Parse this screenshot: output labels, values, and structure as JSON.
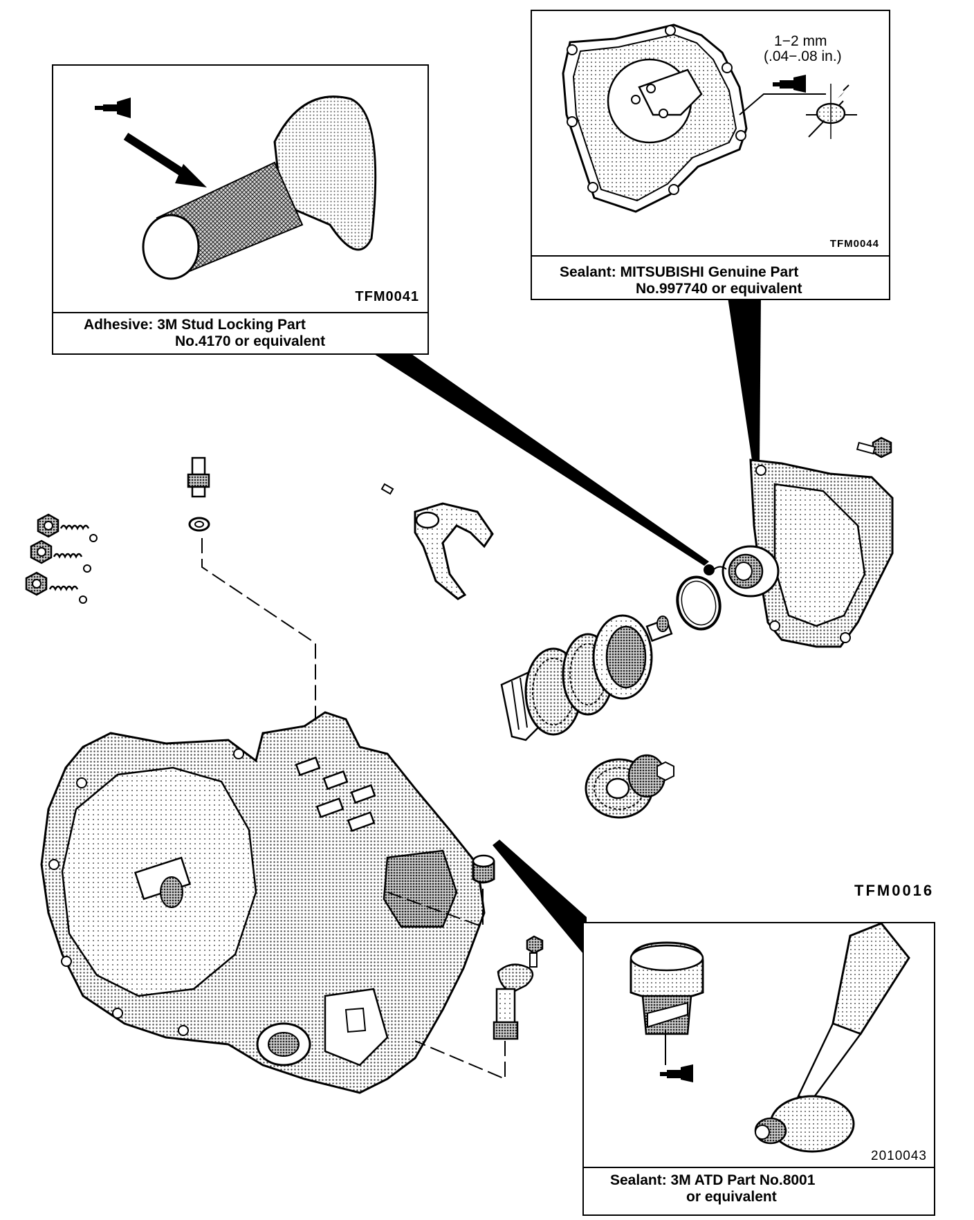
{
  "callouts": {
    "adhesive": {
      "figure_code": "TFM0041",
      "caption_line1": "Adhesive:  3M  Stud  Locking  Part",
      "caption_line2": "No.4170  or  equivalent"
    },
    "sealant_mitsubishi": {
      "figure_code": "TFM0044",
      "caption_line1": "Sealant:  MITSUBISHI  Genuine  Part",
      "caption_line2": "No.997740  or  equivalent",
      "bead_width_mm": "1−2  mm",
      "bead_width_in": "(.04−.08  in.)"
    },
    "sealant_3m": {
      "figure_code": "2010043",
      "caption_line1": "Sealant:  3M  ATD  Part  No.8001",
      "caption_line2": "or  equivalent"
    }
  },
  "main_figure_code": "TFM0016",
  "colors": {
    "ink": "#000000",
    "halftone": "#9a9a9a",
    "paper": "#ffffff"
  }
}
